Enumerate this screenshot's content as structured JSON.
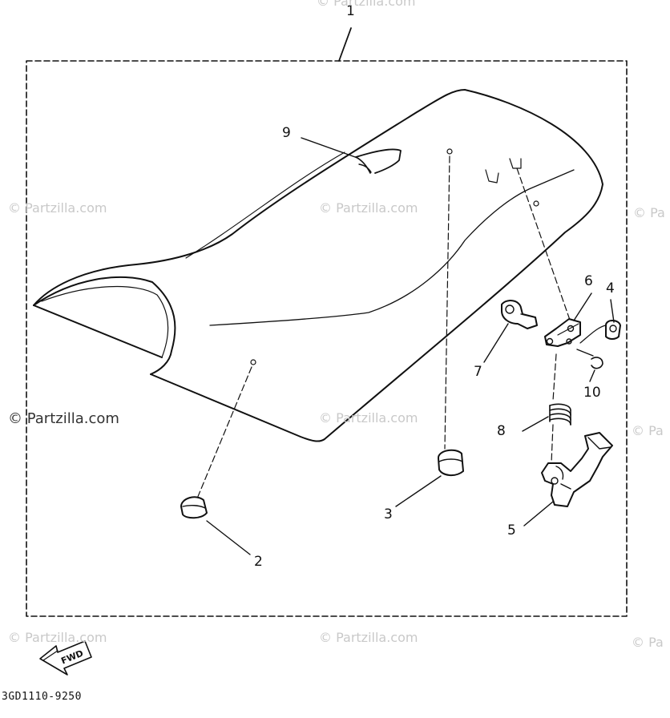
{
  "callouts": {
    "c1": "1",
    "c2": "2",
    "c3": "3",
    "c4": "4",
    "c5": "5",
    "c6": "6",
    "c7": "7",
    "c8": "8",
    "c9": "9",
    "c10": "10"
  },
  "fwd_label": "FWD",
  "part_code": "3GD1110-9250",
  "watermark": {
    "main": "© Partzilla.com",
    "faint": "© Partzilla.com",
    "edge": "© Pa"
  }
}
